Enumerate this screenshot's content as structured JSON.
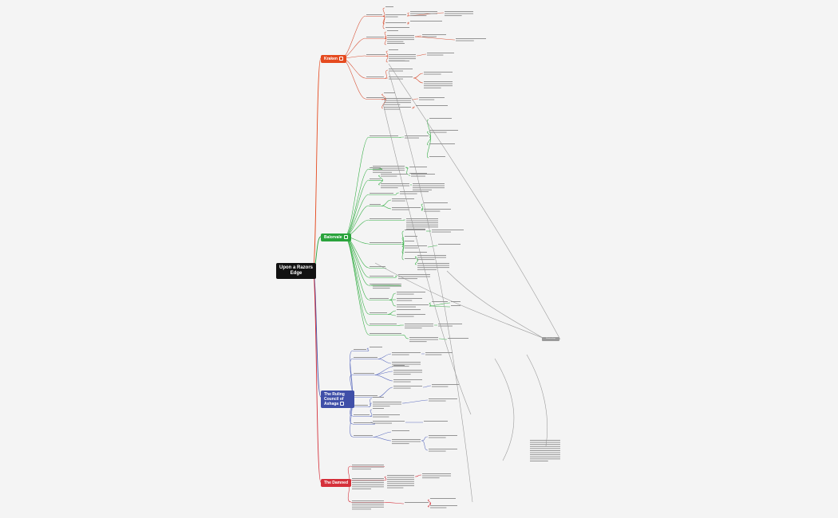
{
  "root": {
    "title": "Upon a Razors Edge"
  },
  "branches": {
    "kraken": {
      "label": "Kraken",
      "color": "#e54a1f"
    },
    "balorvale": {
      "label": "Balorvale",
      "color": "#2aa33c"
    },
    "council": {
      "label": "The Ruling Council of Ashaga",
      "color": "#3f4fa8"
    },
    "damned": {
      "label": "The Damned",
      "color": "#d5303a"
    }
  },
  "floating_note": {
    "label": "Relationships"
  },
  "icons": {
    "branch_marker": "note-icon"
  }
}
